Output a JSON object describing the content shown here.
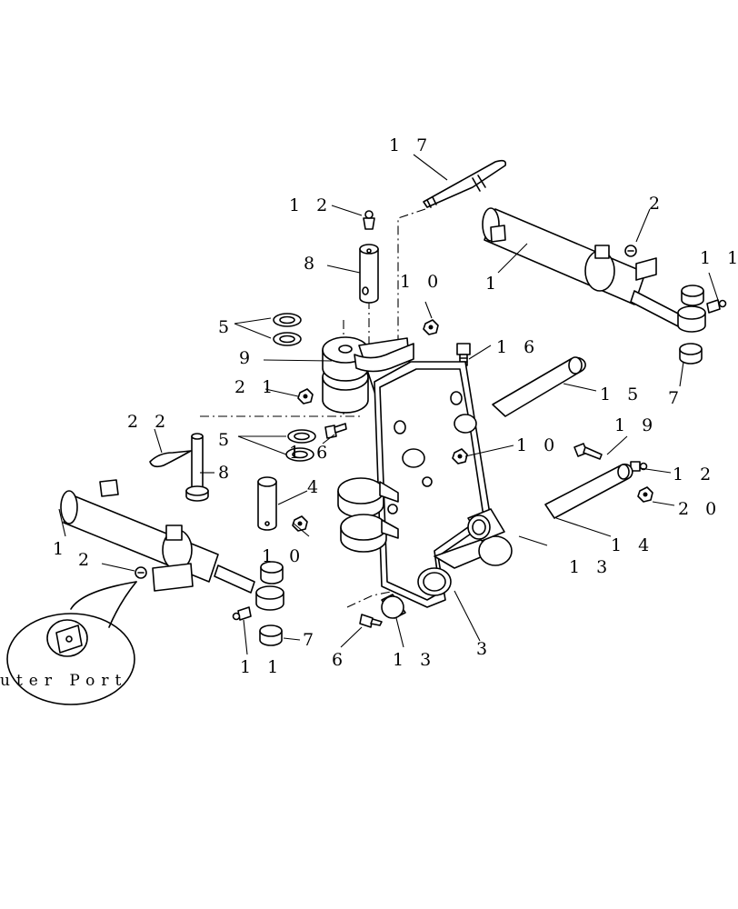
{
  "callouts": {
    "c17": "1 7",
    "c12a": "1 2",
    "c8a": "8",
    "c10a": "1 0",
    "c5a": "5",
    "c9": "9",
    "c16a": "1 6",
    "c21": "2 1",
    "c22": "2 2",
    "c5b": "5",
    "c16b": "1 6",
    "c8b": "8",
    "c4": "4",
    "c10b": "1 0",
    "c1a": "1",
    "c2a": "2",
    "c11a": "1 1",
    "c7a": "7",
    "c6": "6",
    "c13a": "1 3",
    "c3": "3",
    "c13b": "1 3",
    "c14": "1 4",
    "c20": "2 0",
    "c12b": "1 2",
    "c19": "1 9",
    "c10c": "1 0",
    "c15": "1 5",
    "c7b": "7",
    "c11b": "1 1",
    "c2b": "2",
    "c1b": "1"
  },
  "detail_caption": "uter Port"
}
